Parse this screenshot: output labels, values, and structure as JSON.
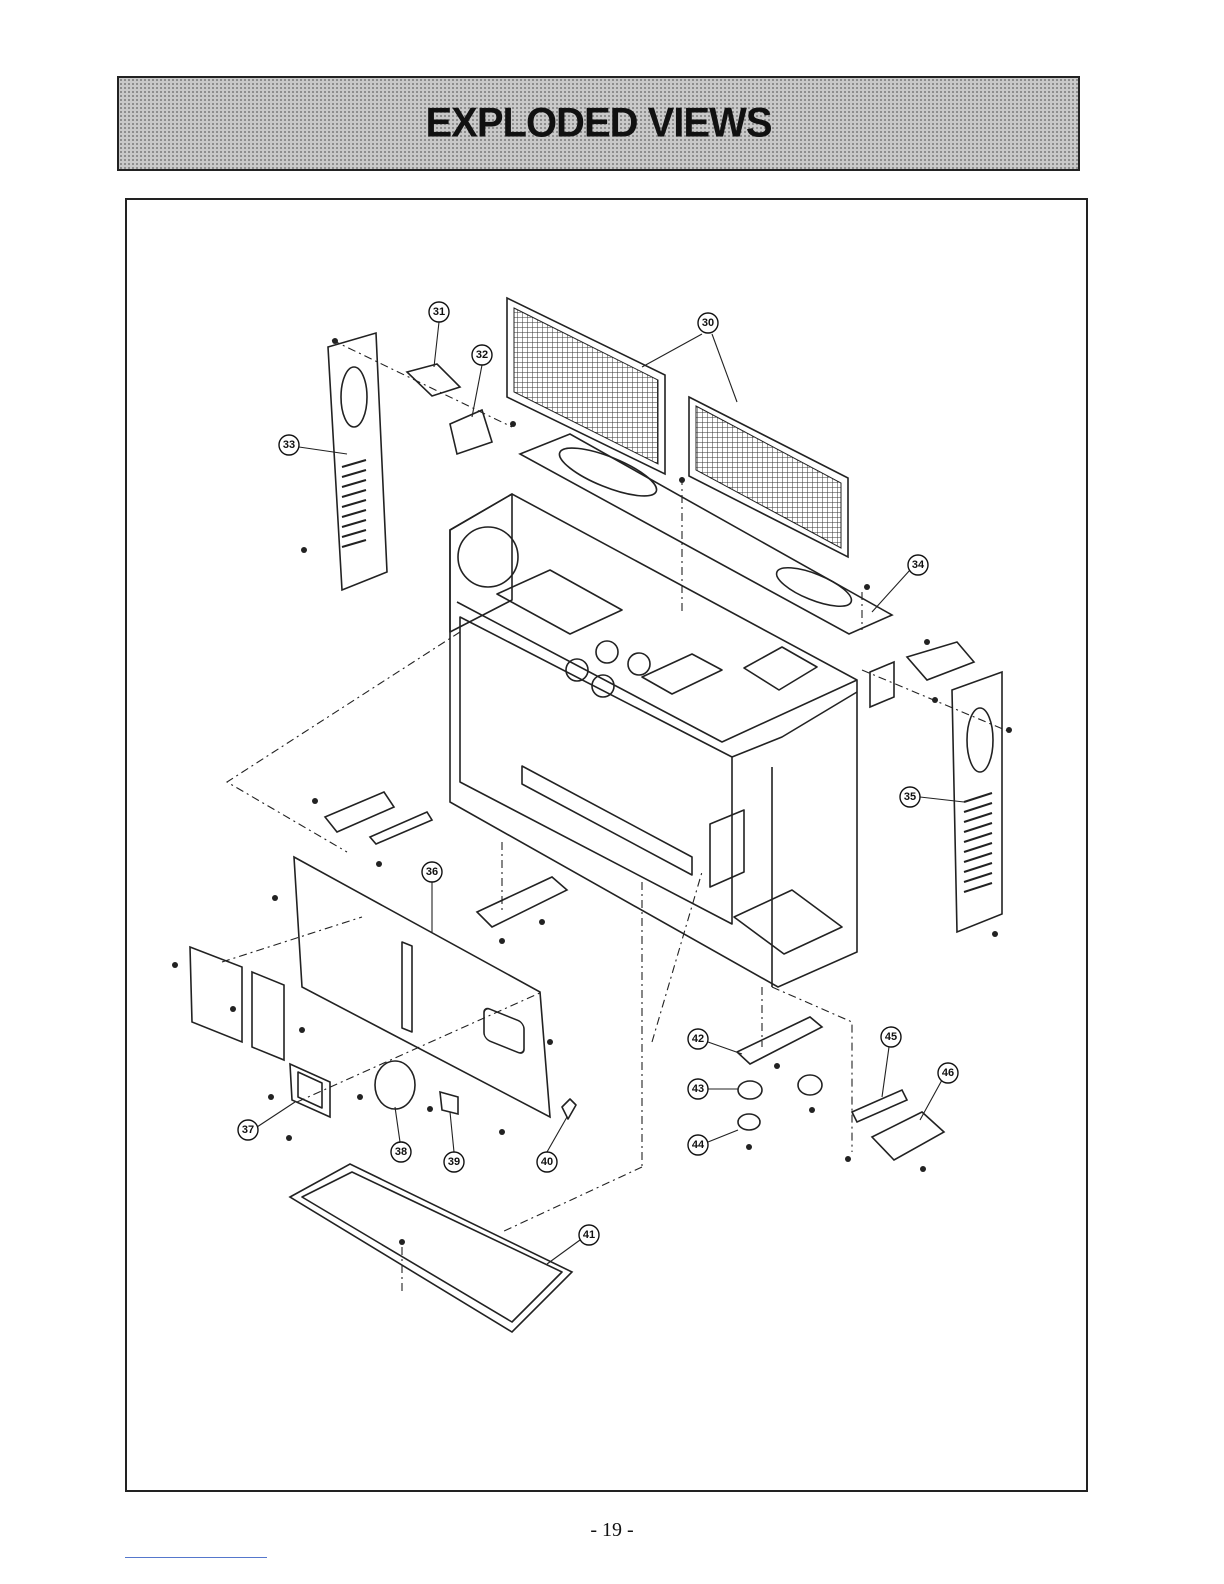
{
  "header": {
    "title": "EXPLODED VIEWS"
  },
  "diagram": {
    "callouts": [
      "30",
      "31",
      "32",
      "33",
      "34",
      "35",
      "36",
      "37",
      "38",
      "39",
      "40",
      "41",
      "42",
      "43",
      "44",
      "45",
      "46"
    ]
  },
  "footer": {
    "page_number": "- 19 -"
  }
}
